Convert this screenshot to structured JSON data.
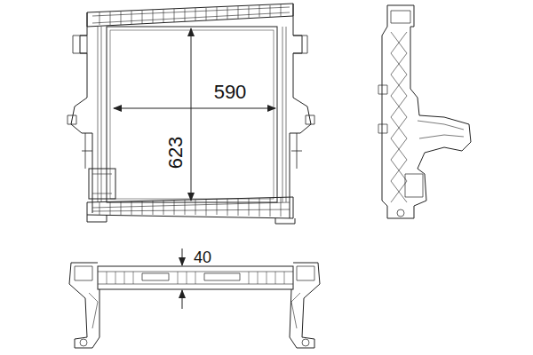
{
  "diagram": {
    "labels": [
      "590",
      "623",
      "40"
    ]
  }
}
